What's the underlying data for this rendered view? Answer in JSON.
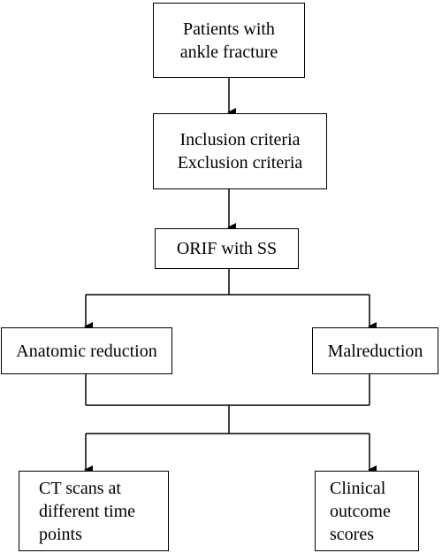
{
  "boxes": {
    "patients": [
      "Patients with",
      "ankle fracture"
    ],
    "criteria": [
      "Inclusion criteria",
      "Exclusion criteria"
    ],
    "orif": [
      "ORIF with SS"
    ],
    "anatomic": [
      "Anatomic reduction"
    ],
    "malreduction": [
      "Malreduction"
    ],
    "ct_scans": [
      "CT scans at",
      "different time",
      "points"
    ],
    "clinical": [
      "Clinical",
      "outcome",
      "scores"
    ]
  }
}
